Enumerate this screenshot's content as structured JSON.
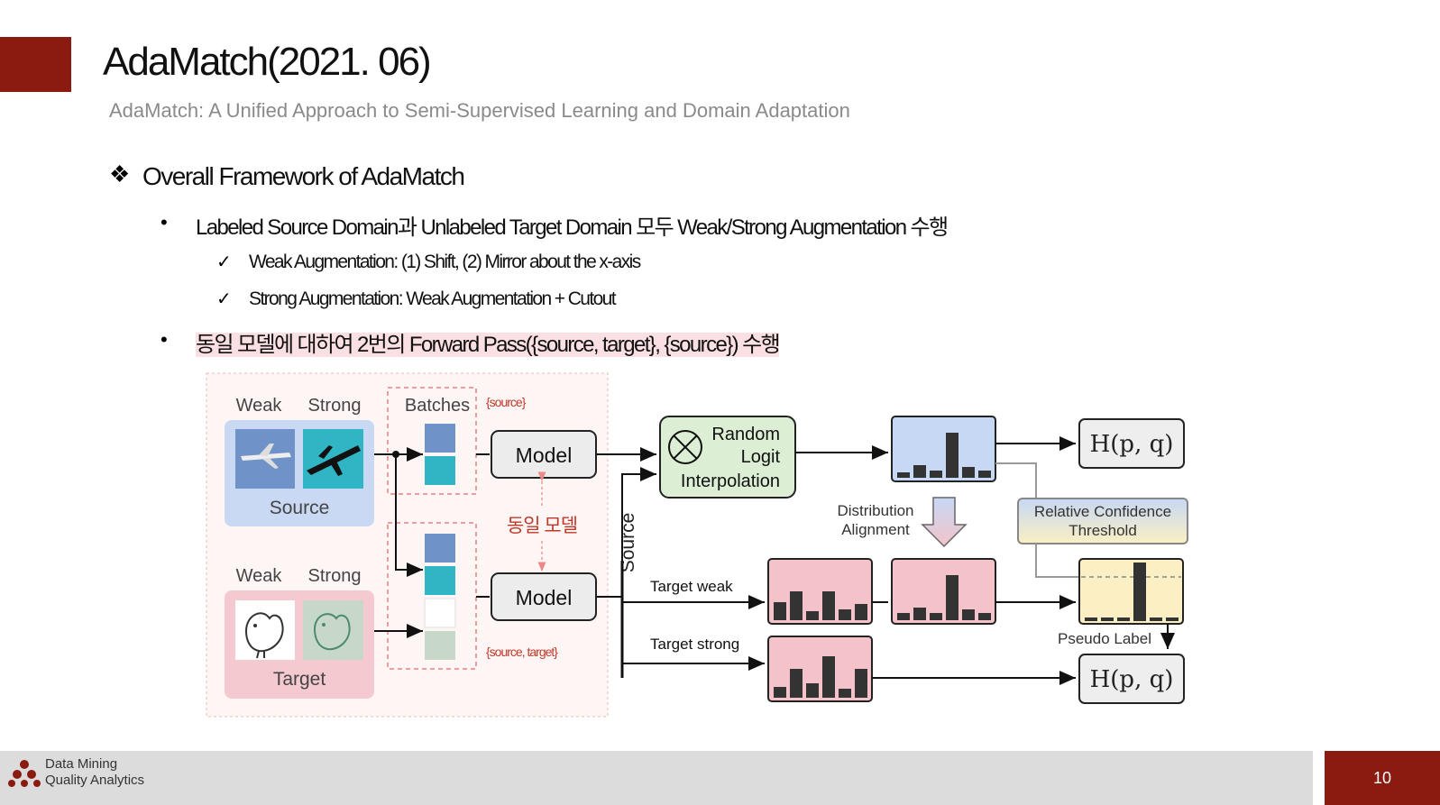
{
  "header": {
    "title": "AdaMatch(2021. 06)",
    "subtitle": "AdaMatch: A Unified Approach to Semi-Supervised Learning and Domain Adaptation"
  },
  "content": {
    "section_title": "Overall Framework of AdaMatch",
    "bullets": [
      "Labeled Source Domain과 Unlabeled Target Domain 모두 Weak/Strong Augmentation 수행",
      "동일 모델에 대하여 2번의 Forward Pass({source, target}, {source}) 수행"
    ],
    "sub_bullets": [
      "Weak Augmentation: (1) Shift, (2) Mirror about the x-axis",
      "Strong Augmentation: Weak Augmentation + Cutout"
    ]
  },
  "diagram": {
    "source_weak": "Weak",
    "source_strong": "Strong",
    "source_label": "Source",
    "target_weak": "Weak",
    "target_strong": "Strong",
    "target_label": "Target",
    "batches": "Batches",
    "batch_source_note": "{source}",
    "batch_both_note": "{source, target}",
    "model_top": "Model",
    "model_bottom": "Model",
    "same_model": "동일 모델",
    "source_vertical": "Source",
    "rli_line1": "Random",
    "rli_line2": "Logit",
    "rli_line3": "Interpolation",
    "dist_align_1": "Distribution",
    "dist_align_2": "Alignment",
    "rel_conf_1": "Relative Confidence",
    "rel_conf_2": "Threshold",
    "target_weak_label": "Target weak",
    "target_strong_label": "Target strong",
    "pseudo_label": "Pseudo Label",
    "loss_top": "H(p, q)",
    "loss_bottom": "H(p, q)",
    "colors": {
      "accent": "#8b1a10",
      "blue_panel": "#c9d8f3",
      "pink_panel": "#f4c9cf",
      "rli_green": "#dcefd5",
      "hist_blue": "#c7d8f5",
      "hist_pink": "#f3c3c9",
      "hist_yellow": "#fbefc3",
      "note_red": "#c0392b"
    }
  },
  "footer": {
    "logo_line1": "Data Mining",
    "logo_line2": "Quality Analytics",
    "page_number": "10"
  }
}
